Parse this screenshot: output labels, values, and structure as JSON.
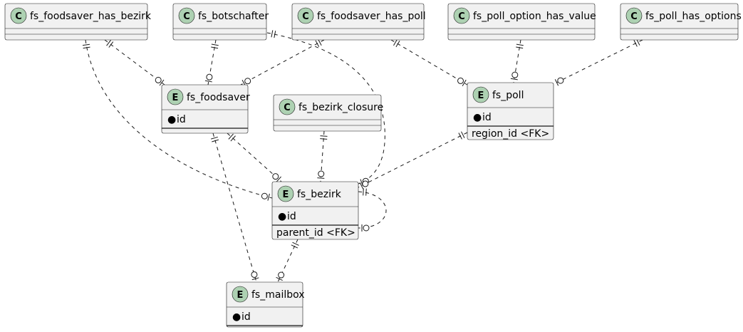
{
  "diagram": {
    "classes": [
      {
        "key": "fs_foodsaver_has_bezirk",
        "badge": "C",
        "name": "fs_foodsaver_has_bezirk"
      },
      {
        "key": "fs_botschafter",
        "badge": "C",
        "name": "fs_botschafter"
      },
      {
        "key": "fs_foodsaver_has_poll",
        "badge": "C",
        "name": "fs_foodsaver_has_poll"
      },
      {
        "key": "fs_poll_option_has_value",
        "badge": "C",
        "name": "fs_poll_option_has_value"
      },
      {
        "key": "fs_poll_has_options",
        "badge": "C",
        "name": "fs_poll_has_options"
      },
      {
        "key": "fs_bezirk_closure",
        "badge": "C",
        "name": "fs_bezirk_closure"
      }
    ],
    "entities": [
      {
        "key": "fs_foodsaver",
        "badge": "E",
        "name": "fs_foodsaver",
        "pk": "id",
        "fk": ""
      },
      {
        "key": "fs_poll",
        "badge": "E",
        "name": "fs_poll",
        "pk": "id",
        "fk": "region_id <FK>"
      },
      {
        "key": "fs_bezirk",
        "badge": "E",
        "name": "fs_bezirk",
        "pk": "id",
        "fk": "parent_id <FK>"
      },
      {
        "key": "fs_mailbox",
        "badge": "E",
        "name": "fs_mailbox",
        "pk": "id",
        "fk": ""
      }
    ],
    "pk_marker": "●",
    "relations": [
      {
        "from": "fs_foodsaver_has_bezirk",
        "to": "fs_foodsaver",
        "from_card": "||",
        "to_card": "|o"
      },
      {
        "from": "fs_foodsaver_has_bezirk",
        "to": "fs_bezirk",
        "from_card": "||",
        "to_card": "|o"
      },
      {
        "from": "fs_botschafter",
        "to": "fs_foodsaver",
        "from_card": "||",
        "to_card": "|o"
      },
      {
        "from": "fs_botschafter",
        "to": "fs_bezirk",
        "from_card": "||",
        "to_card": "|o"
      },
      {
        "from": "fs_foodsaver_has_poll",
        "to": "fs_foodsaver",
        "from_card": "||",
        "to_card": "|o"
      },
      {
        "from": "fs_foodsaver_has_poll",
        "to": "fs_poll",
        "from_card": "||",
        "to_card": "|o"
      },
      {
        "from": "fs_poll_option_has_value",
        "to": "fs_poll",
        "from_card": "||",
        "to_card": "|o"
      },
      {
        "from": "fs_poll_has_options",
        "to": "fs_poll",
        "from_card": "||",
        "to_card": "|o"
      },
      {
        "from": "fs_bezirk_closure",
        "to": "fs_bezirk",
        "from_card": "||",
        "to_card": "|o"
      },
      {
        "from": "fs_foodsaver",
        "to": "fs_bezirk",
        "from_card": "||",
        "to_card": "|o"
      },
      {
        "from": "fs_foodsaver",
        "to": "fs_mailbox",
        "from_card": "||",
        "to_card": "|o"
      },
      {
        "from": "fs_poll",
        "to": "fs_bezirk",
        "from_card": "||",
        "to_card": "|o"
      },
      {
        "from": "fs_bezirk",
        "to": "fs_bezirk",
        "from_card": "||",
        "to_card": "|o"
      },
      {
        "from": "fs_bezirk",
        "to": "fs_mailbox",
        "from_card": "||",
        "to_card": "|o"
      }
    ]
  }
}
